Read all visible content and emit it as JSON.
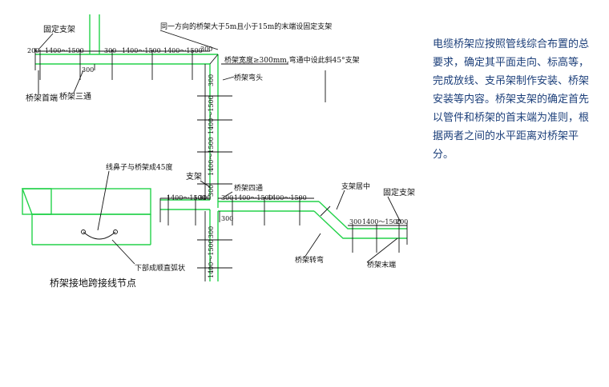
{
  "labels": {
    "fixed_support_left": "固定支架",
    "fixed_support_right": "固定支架",
    "top_note": "同一方向的桥架大于5m且小于15m的末端设固定支架",
    "width_note": "桥架宽度≥300mm,弯通中设此斜45°支架",
    "elbow": "桥架弯头",
    "tray_head": "桥架首端",
    "tee": "桥架三通",
    "support": "支架",
    "cross": "桥架四通",
    "support_center": "支架居中",
    "tray_turn": "桥架转弯",
    "tray_end": "桥架末端",
    "lug_note": "线鼻子与桥架成45度",
    "arc_note": "下部成顺直弧状",
    "grounding_title": "桥架接地跨接线节点"
  },
  "dims": {
    "d200": "200",
    "d300": "300",
    "d1400": "1400～1500"
  },
  "description": "电缆桥架应按照管线综合布置的总要求，确定其平面走向、标高等，完成放线、支吊架制作安装、桥架安装等内容。桥架支架的确定首先以管件和桥架的首末端为准则，根据两者之间的水平距离对桥架平分。",
  "colors": {
    "tray": "#23d24a",
    "text_blue": "#1c3f7a"
  }
}
